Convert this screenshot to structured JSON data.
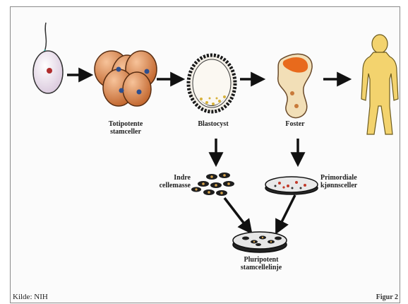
{
  "diagram": {
    "labels": {
      "totipotent": "Totipotente\nstamceller",
      "blastocyst": "Blastocyst",
      "fetus": "Foster",
      "inner_cell_mass": "Indre\ncellemasse",
      "primordial": "Primordiale\nkjønnsceller",
      "pluripotent": "Pluripotent\nstamcellelinje"
    },
    "source": "Kilde: NIH",
    "figure_number": "Figur 2"
  },
  "colors": {
    "arrow": "#111111",
    "morula": "#d9824a",
    "body": "#f3d36e",
    "egg": "#efe3ef",
    "nucleus": "#2e4f8f",
    "fetus_tissue": "#f2dfb7",
    "fetus_accent": "#e86a1c"
  }
}
